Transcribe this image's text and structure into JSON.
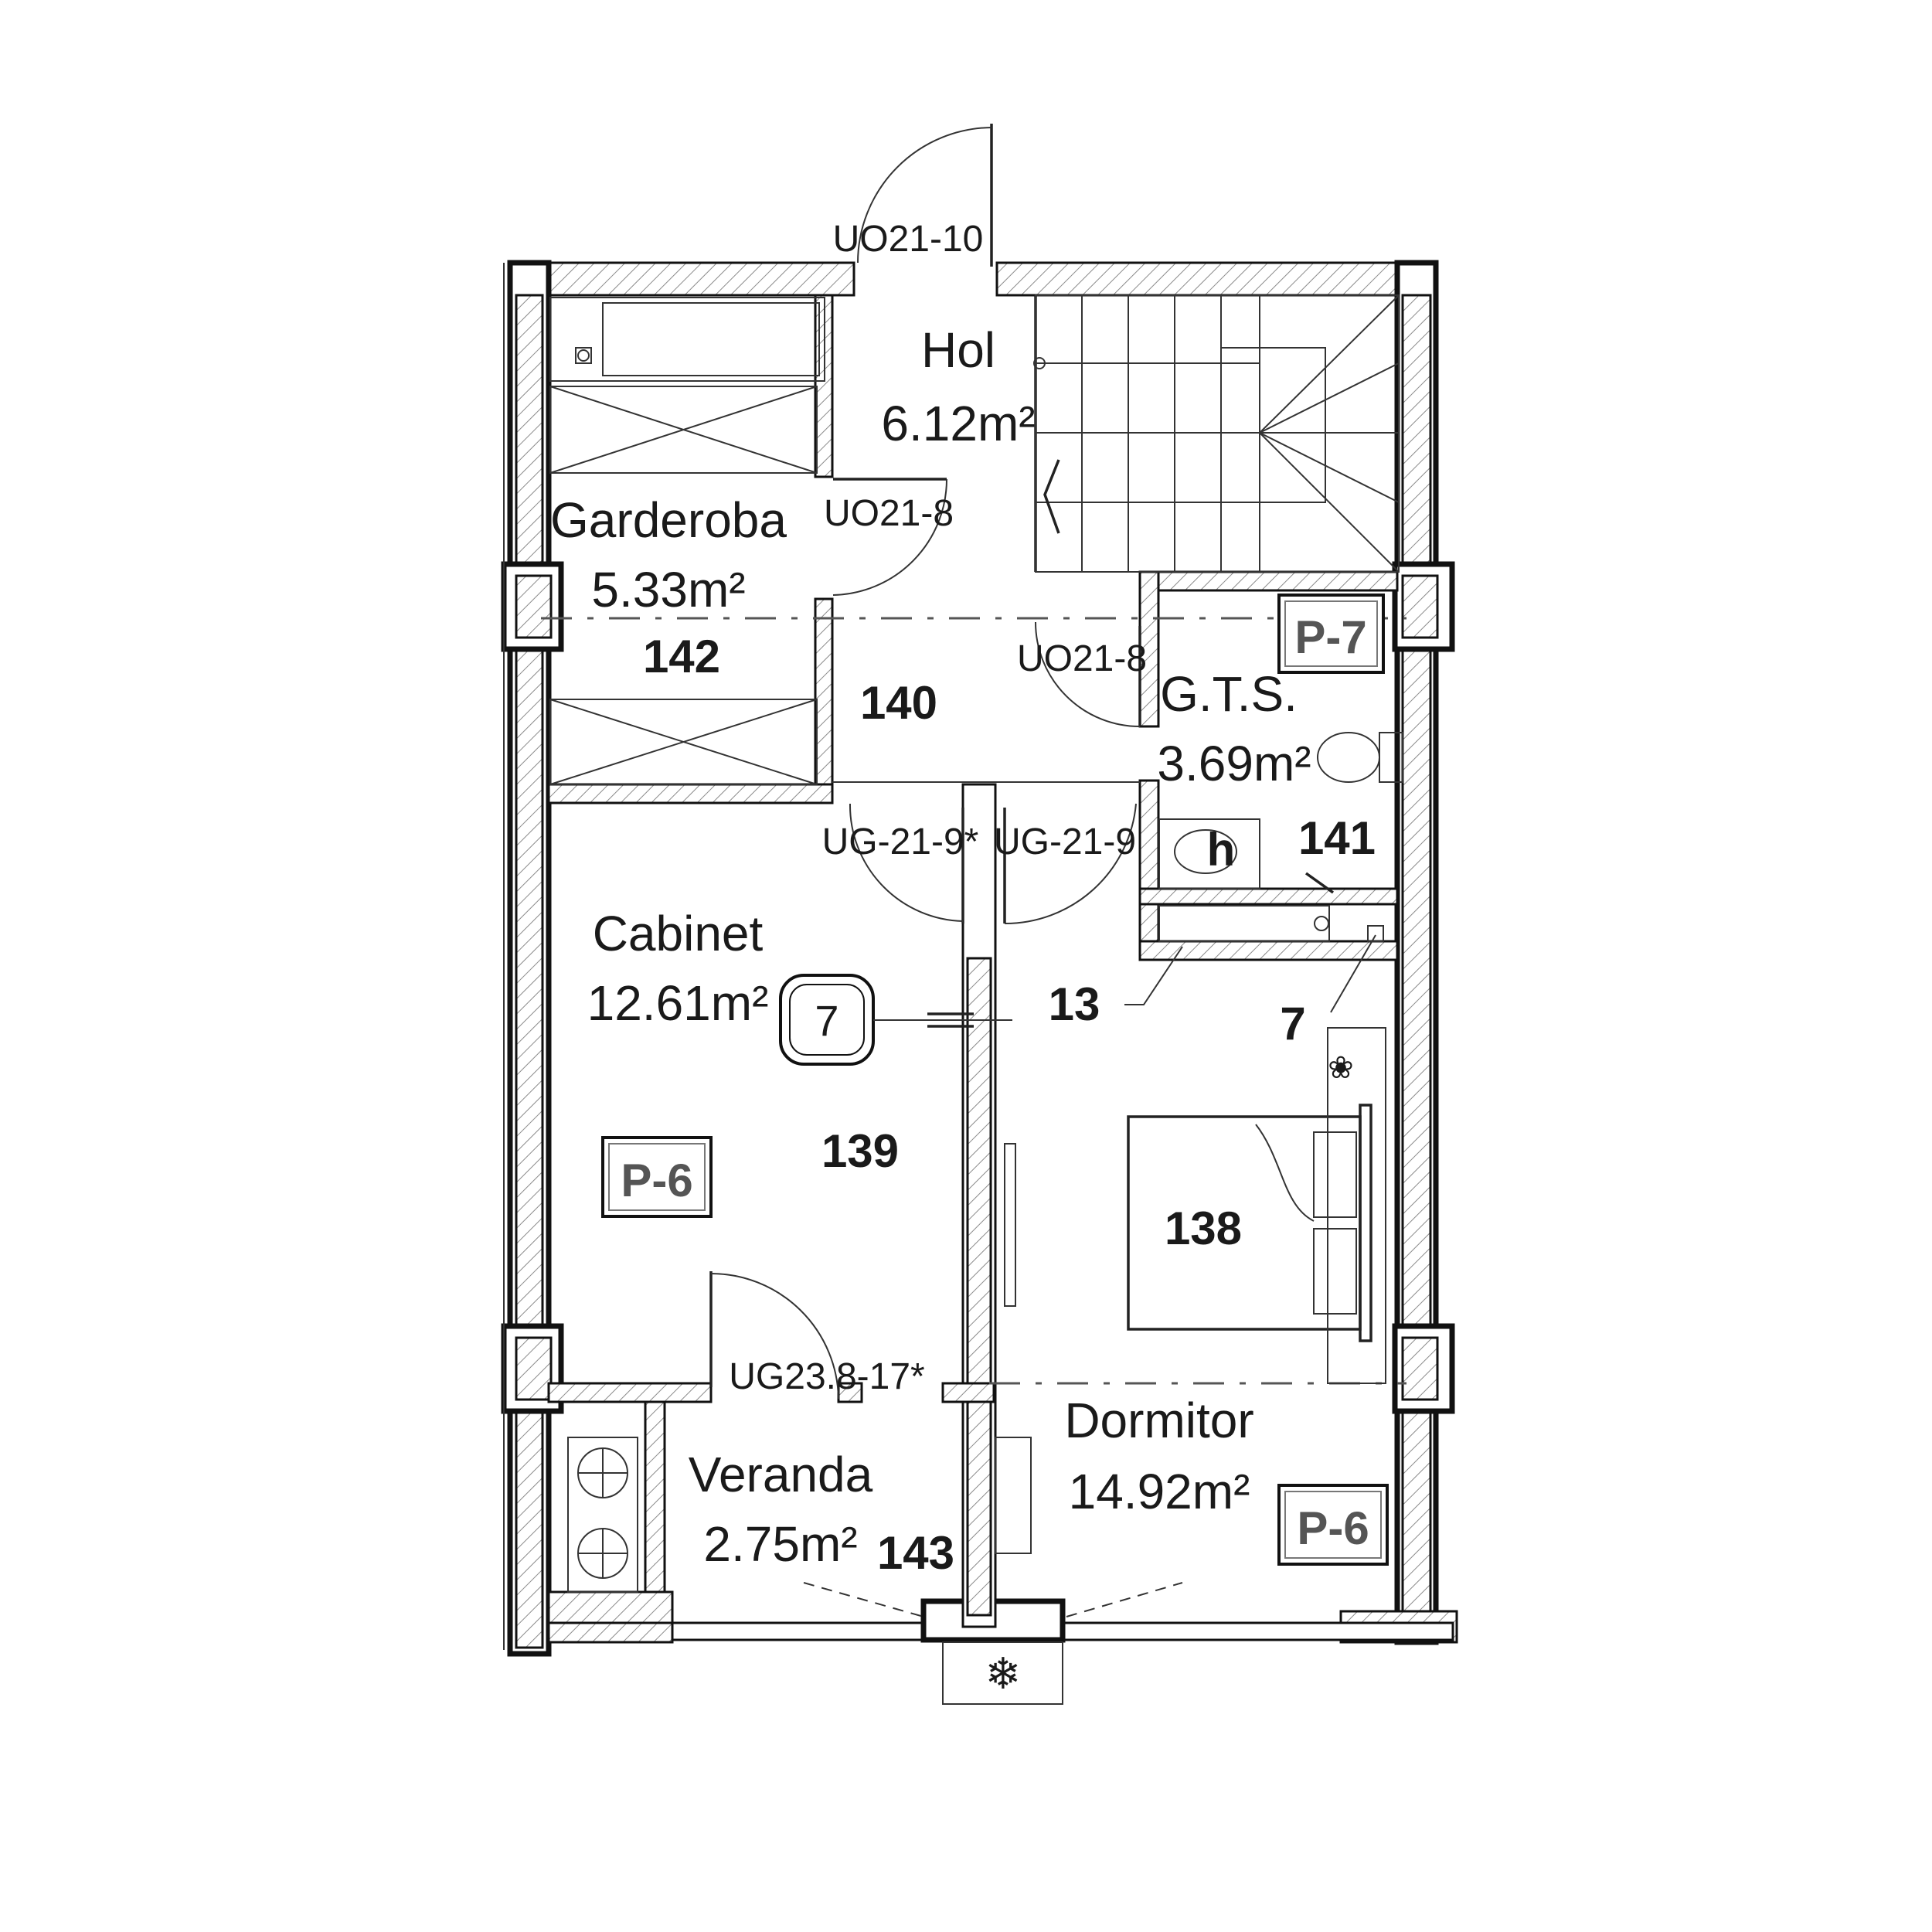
{
  "rooms": [
    {
      "id": "hol",
      "name": "Hol",
      "area": "6.12m²"
    },
    {
      "id": "garderoba",
      "name": "Garderoba",
      "area": "5.33m²",
      "number": "142"
    },
    {
      "id": "hall",
      "number": "140"
    },
    {
      "id": "gts",
      "name": "G.T.S.",
      "area": "3.69m²",
      "number": "141"
    },
    {
      "id": "cabinet",
      "name": "Cabinet",
      "area": "12.61m²",
      "number": "139"
    },
    {
      "id": "dormitor",
      "name": "Dormitor",
      "area": "14.92m²",
      "number": "138"
    },
    {
      "id": "veranda",
      "name": "Veranda",
      "area": "2.75m²",
      "number": "143"
    }
  ],
  "doors": {
    "entry": "UO21-10",
    "garderoba": "UO21-8",
    "gts": "UO21-8",
    "cabinet": "UG-21-9*",
    "dormitor": "UG-21-9",
    "veranda": "UG23.8-17*"
  },
  "tags": {
    "gts_finish": "P-7",
    "cabinet_finish": "P-6",
    "dormitor_finish": "P-6",
    "partition_type": "7",
    "partition_number": "13",
    "shaft_number": "7",
    "hood_mark": "h"
  },
  "icons": {
    "snowflake": "snowflake-icon",
    "flower": "flower-icon"
  },
  "colors": {
    "line": "#111111",
    "tag_text": "#555555",
    "hatch": "#888888"
  }
}
